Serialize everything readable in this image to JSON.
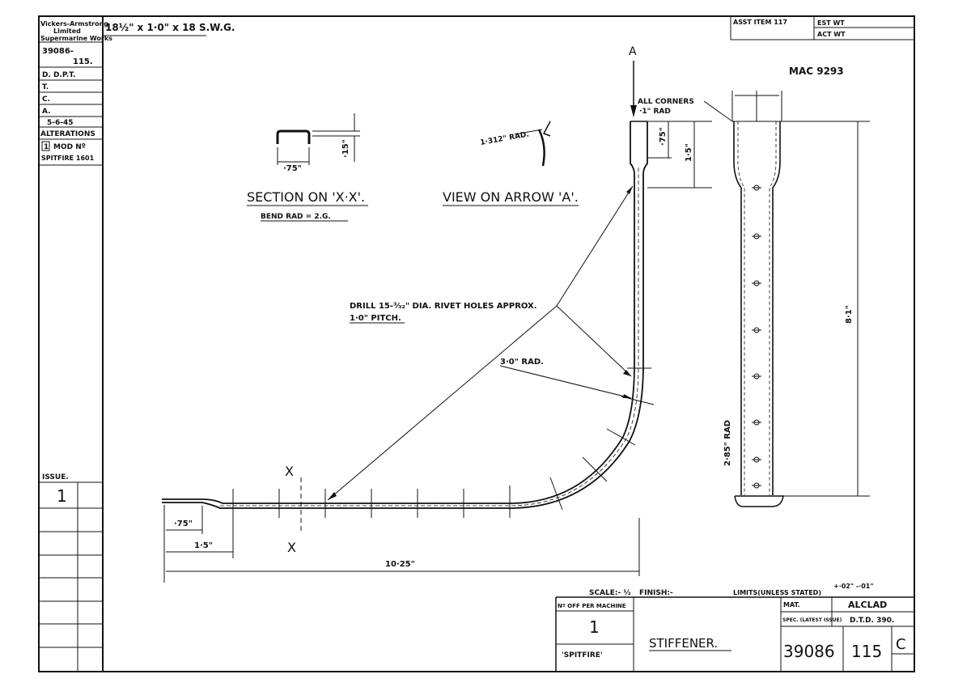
{
  "left_strip": {
    "company": [
      "Vickers-Armstrong",
      "Limited",
      "Supermarine Works"
    ],
    "drawing_no": "39086-",
    "sheet_no": "115.",
    "dpt": "D. D.P.T.",
    "t": "T.",
    "c": "C.",
    "a": "A.",
    "date": "5-6-45",
    "alterations_label": "ALTERATIONS",
    "alteration_no": "1",
    "alteration_text": "MOD Nº",
    "alteration_ref": "SPITFIRE 1601",
    "issue_label": "ISSUE.",
    "issue_value": "1"
  },
  "material_stock": "18½\" x 1·0\" x 18 S.W.G.",
  "top_right": {
    "asst_item": "ASST  ITEM 117",
    "est_wt": "EST WT",
    "act_wt": "ACT WT",
    "ref": "MAC 9293"
  },
  "section": {
    "title": "SECTION ON 'X·X'.",
    "note": "BEND RAD = 2.G.",
    "width": "·75\"",
    "depth": "·15\""
  },
  "view": {
    "title": "VIEW ON ARROW 'A'.",
    "radius": "1·312\" RAD."
  },
  "arrow_label": "A",
  "notes": {
    "corners": "ALL CORNERS",
    "corners2": "·1\" RAD",
    "drill": "DRILL 15-³⁄₃₂\" DIA. RIVET HOLES APPROX.",
    "pitch": "1·0\" PITCH.",
    "rad3": "3·0\" RAD.",
    "rad285": "2·85\" RAD"
  },
  "dims": {
    "d075_top": "·75\"",
    "d15_top": "1·5\"",
    "d81": "8·1\"",
    "d075_left": "·75\"",
    "d15_left": "1·5\"",
    "d1025": "10·25\"",
    "x_mark": "X"
  },
  "title_block": {
    "scale": "SCALE:- ½",
    "finish": "FINISH:-",
    "limits": "LIMITS(UNLESS STATED)",
    "limits_tol": "+·02\" -·01\"",
    "no_off_label": "Nº OFF PER MACHINE",
    "no_off": "1",
    "machine": "'SPITFIRE'",
    "part_name": "STIFFENER.",
    "mat_label": "MAT.",
    "mat_value": "ALCLAD",
    "spec_label": "SPEC. (LATEST ISSUE)",
    "spec_value": "D.T.D. 390.",
    "drawing_no": "39086",
    "sheet": "115",
    "issue": "C"
  }
}
